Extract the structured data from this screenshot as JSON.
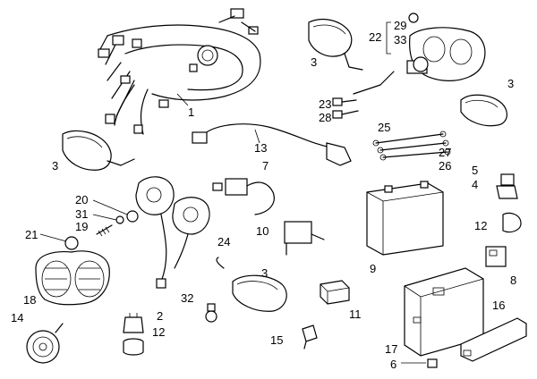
{
  "callouts": {
    "c1": "1",
    "c3_turn_top": "3",
    "c3_turn_left": "3",
    "c3_turn_right": "3",
    "c3_turn_bottom": "3",
    "c22": "22",
    "c29": "29",
    "c33": "33",
    "c23": "23",
    "c28": "28",
    "c13": "13",
    "c25": "25",
    "c27": "27",
    "c26": "26",
    "c7": "7",
    "c20": "20",
    "c31": "31",
    "c19": "19",
    "c21": "21",
    "c24": "24",
    "c10": "10",
    "c5": "5",
    "c4": "4",
    "c12_right": "12",
    "c9": "9",
    "c8": "8",
    "c18": "18",
    "c32": "32",
    "c2": "2",
    "c12_bottom": "12",
    "c14": "14",
    "c15": "15",
    "c11": "11",
    "c16": "16",
    "c17": "17",
    "c6": "6"
  }
}
